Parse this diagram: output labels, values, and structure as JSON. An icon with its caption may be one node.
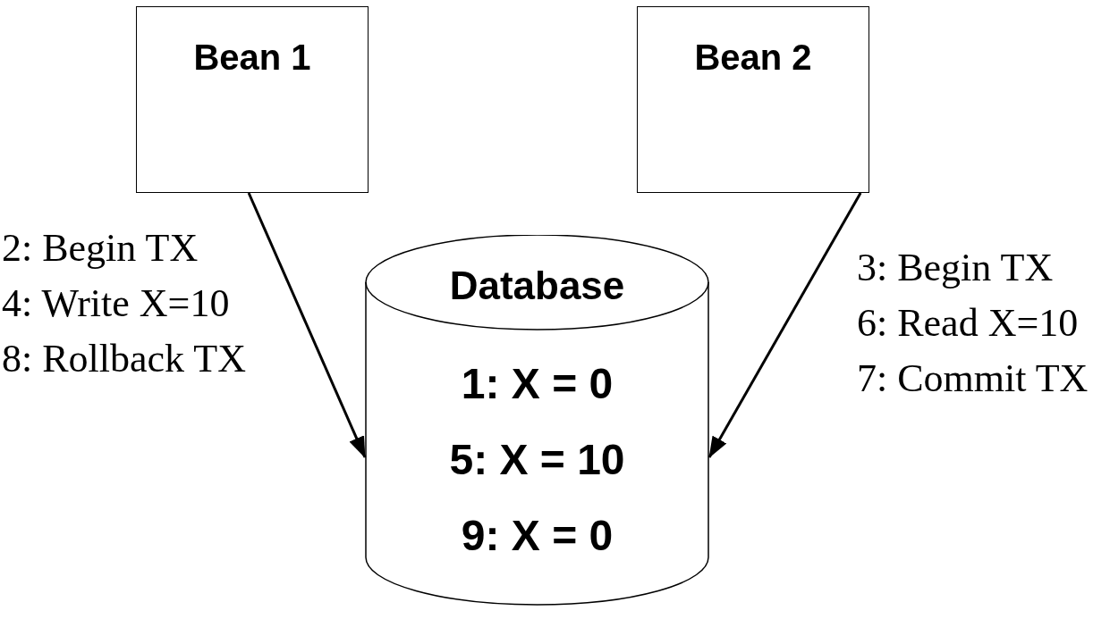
{
  "diagram": {
    "nodes": [
      {
        "text": [
          "Bean 1"
        ]
      },
      {
        "text": [
          "Bean 2"
        ]
      },
      {
        "text": [
          "Database",
          "1: X = 0",
          "5: X = 10",
          "9: X = 0"
        ]
      }
    ],
    "edges": [
      {
        "from": 0,
        "to": 2,
        "arrow": "to"
      },
      {
        "from": 1,
        "to": 2,
        "arrow": "to"
      }
    ],
    "labels": [
      "2: Begin TX",
      "4: Write X=10",
      "8: Rollback TX",
      "3: Begin TX",
      "6: Read X=10",
      "7: Commit TX"
    ]
  }
}
